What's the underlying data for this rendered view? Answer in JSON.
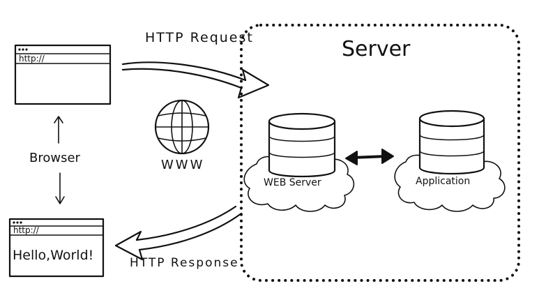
{
  "diagram": {
    "server_title": "Server",
    "request_label": "HTTP Request",
    "response_label": "HTTP Response",
    "www_label": "WWW",
    "browser_label": "Browser",
    "web_server_label": "WEB Server",
    "application_label": "Application",
    "browser_top": {
      "url": "http://"
    },
    "browser_bottom": {
      "url": "http://",
      "content": "Hello,World!"
    }
  },
  "colors": {
    "ink": "#111111",
    "background": "#ffffff"
  },
  "icons": [
    "globe-icon",
    "database-icon",
    "cloud-icon",
    "double-arrow-icon",
    "request-arrow-icon",
    "response-arrow-icon"
  ]
}
